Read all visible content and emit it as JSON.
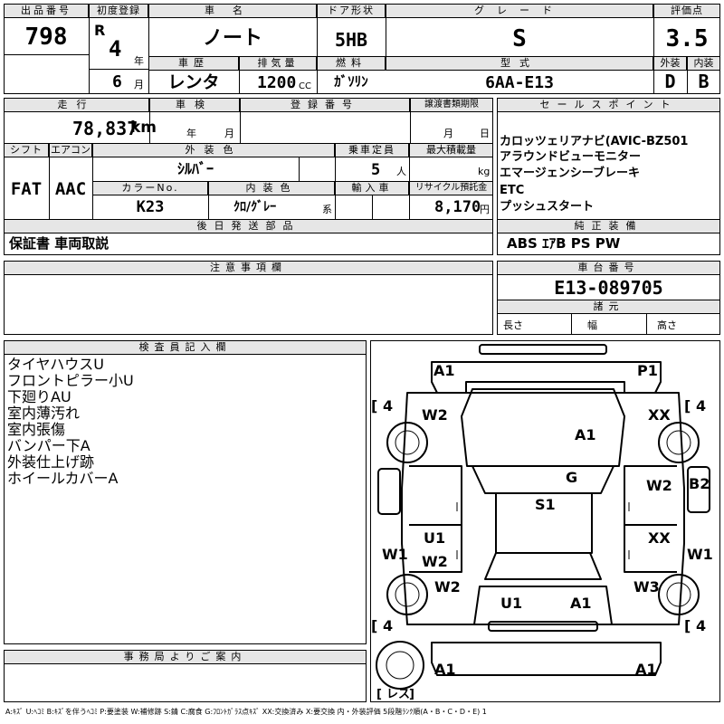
{
  "header": {
    "lot_label": "出品番号",
    "lot_number": "798",
    "first_reg_label": "初度登録",
    "era": "R",
    "year": "4",
    "year_unit": "年",
    "month": "6",
    "month_unit": "月",
    "name_label": "車名",
    "car_name": "ノート",
    "door_label": "ドア形状",
    "door": "5HB",
    "grade_label": "グレード",
    "grade": "S",
    "score_label": "評価点",
    "score": "3.5",
    "history_label": "車歴",
    "history": "レンタ",
    "displacement_label": "排気量",
    "displacement": "1200",
    "displacement_unit": "CC",
    "fuel_label": "燃料",
    "fuel": "ｶﾞｿﾘﾝ",
    "model_label": "型式",
    "model": "6AA-E13",
    "exterior_label": "外装",
    "exterior": "D",
    "interior_label": "内装",
    "interior": "B"
  },
  "specs": {
    "mileage_label": "走行",
    "mileage": "78,837",
    "mileage_unit": "km",
    "inspection_label": "車検",
    "insp_year_unit": "年",
    "insp_month_unit": "月",
    "reg_no_label": "登録番号",
    "transfer_label": "譲渡書類期限",
    "transfer_month_unit": "月",
    "transfer_day_unit": "日",
    "shift_label": "シフト",
    "shift": "FAT",
    "ac_label": "エアコン",
    "ac": "AAC",
    "ext_color_label": "外装色",
    "ext_color": "ｼﾙﾊﾞｰ",
    "capacity_label": "乗車定員",
    "capacity": "5",
    "capacity_unit": "人",
    "load_label": "最大積載量",
    "load_unit": "kg",
    "color_no_label": "カラーNo.",
    "color_no": "K23",
    "int_color_label": "内装色",
    "int_color": "ｸﾛ/ｸﾞﾚｰ",
    "int_color_unit": "系",
    "import_label": "輸入車",
    "recycle_label": "リサイクル預託金",
    "recycle": "8,170",
    "recycle_unit": "円",
    "later_label": "後日発送部品",
    "later": "保証書 車両取説"
  },
  "sales_points": {
    "label": "セールスポイント",
    "lines": [
      "カロッツェリアナビ(AVIC-BZ501",
      "アラウンドビューモニター",
      "エマージェンシーブレーキ",
      "ETC",
      "プッシュスタート"
    ]
  },
  "equipment": {
    "label": "純正装備",
    "value": "ABS ｴｱB PS PW"
  },
  "chassis": {
    "label": "車台番号",
    "value": "E13-089705",
    "dims_label": "諸元",
    "length_label": "長さ",
    "width_label": "幅",
    "height_label": "高さ"
  },
  "caution": {
    "label": "注意事項欄"
  },
  "inspector": {
    "label": "検査員記入欄",
    "lines": [
      "タイヤハウスU",
      "フロントピラー小U",
      "下廻りAU",
      "室内薄汚れ",
      "室内張傷",
      "バンパー下A",
      "外装仕上げ跡",
      "ホイールカバーA"
    ]
  },
  "office": {
    "label": "事務局よりご案内"
  },
  "diagram": {
    "tread": "4",
    "spare_label": "レス",
    "marks": {
      "front_bumper_left": "A1",
      "front_bumper_right": "P1",
      "front_fender_left": "W2",
      "front_fender_right": "XX",
      "hood": "A1",
      "windshield": "G",
      "roof": "S1",
      "front_door_right": "W2",
      "front_pillar_right": "B2",
      "rear_door_left_1": "U1",
      "rear_door_left_2": "W2",
      "rear_door_right": "XX",
      "side_left": "W1",
      "side_right": "W1",
      "rear_fender_left": "W2",
      "rear_fender_right": "W3",
      "trunk_left": "U1",
      "trunk_right": "A1",
      "rear_bumper_left": "A1",
      "rear_bumper_right": "A1"
    }
  },
  "legend": "A:ｷｽﾞ U:ﾍｺﾐ B:ｷｽﾞを伴うﾍｺﾐ P:要塗装 W:補修跡 S:錆 C:腐食 G:ﾌﾛﾝﾄｶﾞﾗｽ点ｷｽﾞ XX:交換済み X:要交換 内・外装評価 5段階ﾗﾝｸ順(A・B・C・D・E) 1"
}
